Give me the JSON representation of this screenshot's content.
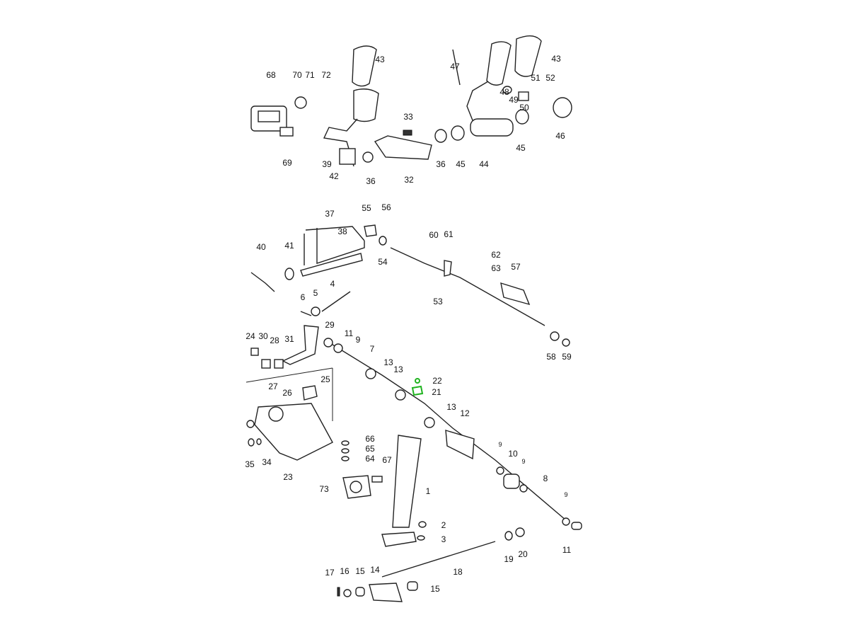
{
  "diagram": {
    "title": "Pedal assembly exploded parts diagram",
    "highlight_color": "#1fb31f",
    "highlighted_parts": [
      "21",
      "22"
    ],
    "callouts": [
      "43",
      "43",
      "47",
      "68",
      "70",
      "71",
      "72",
      "48",
      "51",
      "52",
      "49",
      "50",
      "33",
      "46",
      "39",
      "36",
      "32",
      "36",
      "45",
      "44",
      "45",
      "69",
      "42",
      "37",
      "55",
      "56",
      "38",
      "40",
      "41",
      "54",
      "60",
      "61",
      "62",
      "63",
      "57",
      "53",
      "4",
      "5",
      "6",
      "29",
      "11",
      "9",
      "7",
      "24",
      "30",
      "28",
      "31",
      "58",
      "59",
      "13",
      "13",
      "22",
      "21",
      "27",
      "26",
      "25",
      "13",
      "12",
      "66",
      "65",
      "64",
      "67",
      "35",
      "34",
      "23",
      "10",
      "9",
      "9",
      "8",
      "73",
      "1",
      "9",
      "2",
      "3",
      "11",
      "19",
      "20",
      "18",
      "17",
      "16",
      "15",
      "14",
      "15"
    ]
  }
}
